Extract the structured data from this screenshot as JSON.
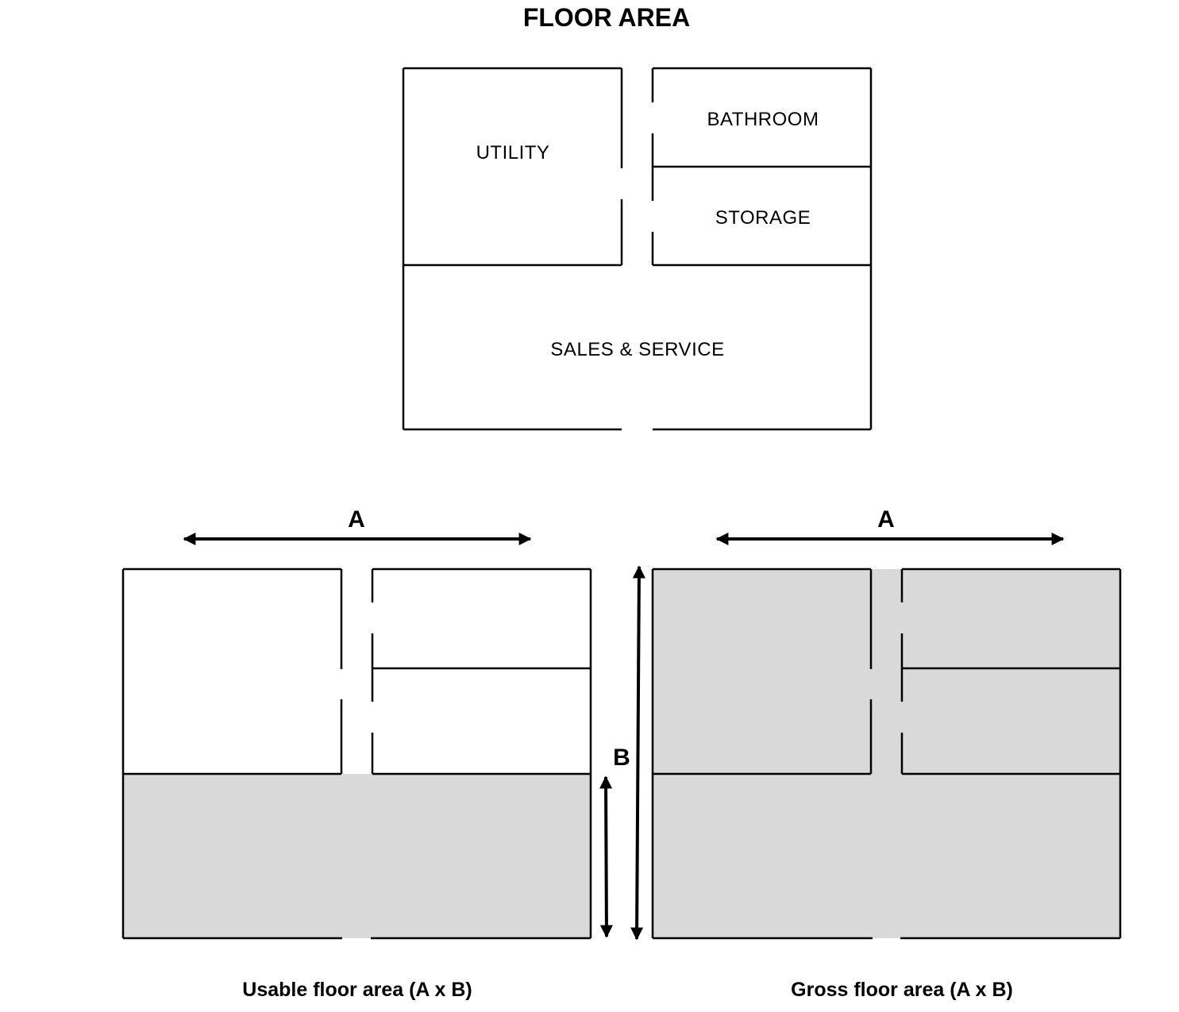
{
  "title": "FLOOR AREA",
  "plan": {
    "rooms": [
      {
        "id": "utility",
        "label": "UTILITY"
      },
      {
        "id": "bathroom",
        "label": "BATHROOM"
      },
      {
        "id": "storage",
        "label": "STORAGE"
      },
      {
        "id": "sales",
        "label": "SALES & SERVICE"
      }
    ]
  },
  "diagrams": [
    {
      "id": "usable",
      "caption": "Usable floor area (A x B)",
      "dimension_a": "A",
      "dimension_b": "B",
      "shaded": "sales-and-service only"
    },
    {
      "id": "gross",
      "caption": "Gross floor area (A x B)",
      "dimension_a": "A",
      "shaded": "entire floor including corridor"
    }
  ],
  "colors": {
    "line": "#000000",
    "shade": "#d9d9d9",
    "background": "#ffffff"
  }
}
